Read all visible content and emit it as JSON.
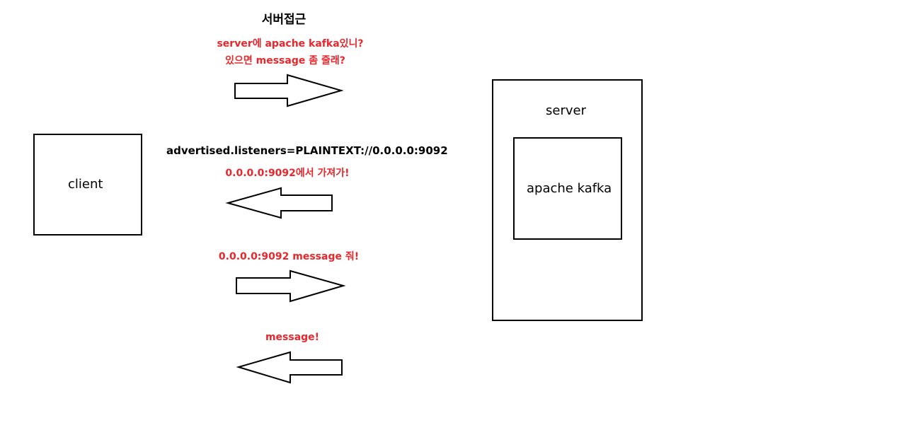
{
  "title": "서버접근",
  "messages": {
    "request_line1": "server에 apache kafka있니?",
    "request_line2": "있으면 message 좀 줄래?",
    "advertised": "advertised.listeners=PLAINTEXT://0.0.0.0:9092",
    "redirect": "0.0.0.0:9092에서 가져가!",
    "fetch": "0.0.0.0:9092 message 줘!",
    "reply": "message!"
  },
  "nodes": {
    "client": "client",
    "server": "server",
    "kafka": "apache kafka"
  },
  "arrows": [
    {
      "direction": "right"
    },
    {
      "direction": "left"
    },
    {
      "direction": "right"
    },
    {
      "direction": "left"
    }
  ],
  "colors": {
    "message_text": "#e8272c",
    "stroke": "#000000",
    "background": "#ffffff"
  }
}
